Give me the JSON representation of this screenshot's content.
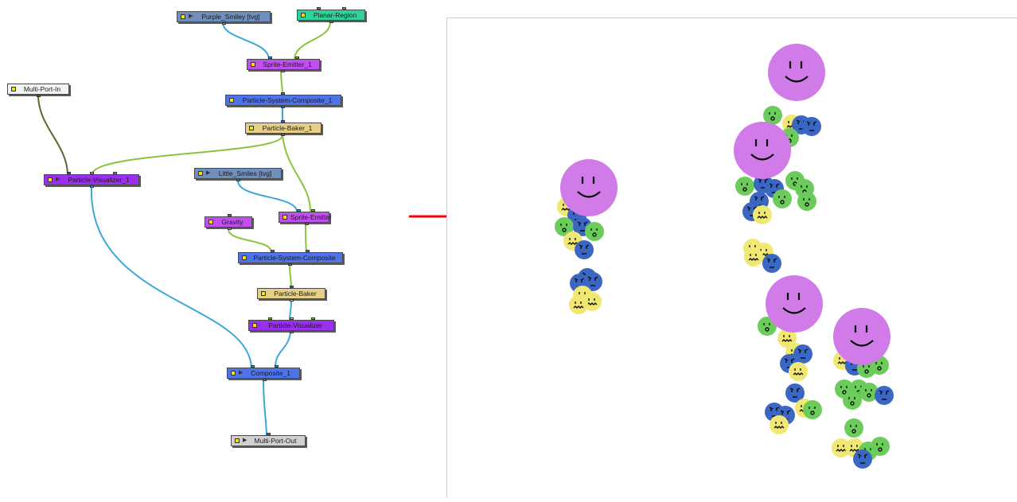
{
  "nodes": {
    "purple_smiley": "Purple_Smiley [tvg]",
    "planar_region": "Planar-Region",
    "sprite_emitter_1": "Sprite-Emitter_1",
    "particle_system_composite_1": "Particle-System-Composite_1",
    "particle_baker_1": "Particle-Baker_1",
    "multi_port_in": "Multi-Port-In",
    "particle_visualizer_1": "Particle-Visualizer_1",
    "little_smiles": "Little_Smiles [tvg]",
    "gravity": "Gravity",
    "sprite_emitter": "Sprite-Emitter",
    "particle_system_composite": "Particle-System-Composite",
    "particle_baker": "Particle-Baker",
    "particle_visualizer": "Particle-Visualizer",
    "composite_1": "Composite_1",
    "multi_port_out": "Multi-Port-Out"
  },
  "play_glyph": "▶",
  "colors": {
    "wire_blue": "#3aa8d8",
    "wire_green": "#8ac43a",
    "wire_dark_green": "#556b2f",
    "arrow": "#ff0000",
    "node_slate": "#6f8fbd",
    "node_teal": "#2fd39a",
    "node_magenta": "#c04ff0",
    "node_blue": "#4f73e8",
    "node_tan": "#e6cf86",
    "node_violet": "#9b2ff0",
    "node_gray": "#d0d0d0",
    "node_white": "#f4f4f4",
    "big_smiley": "#d17be8",
    "small_yellow": "#f0e873",
    "small_green": "#6ccc5b",
    "small_blue": "#3a66c4"
  }
}
